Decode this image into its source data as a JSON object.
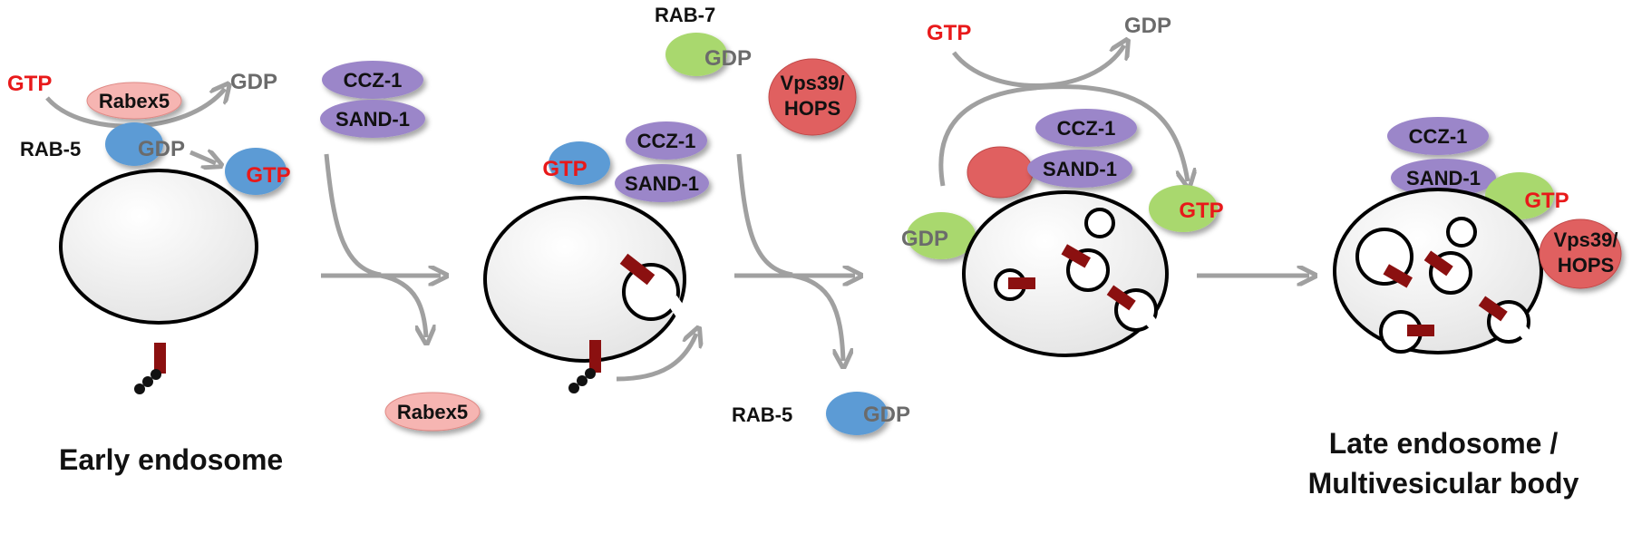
{
  "labels": {
    "early_endosome": "Early endosome",
    "late_endosome_l1": "Late endosome /",
    "late_endosome_l2": "Multivesicular body"
  },
  "stage1": {
    "gtp_in": "GTP",
    "gef": "Rabex5",
    "gdp_out": "GDP",
    "rab5_label": "RAB-5",
    "rab5_state": "GDP",
    "rab5_active": "GTP"
  },
  "transition1": {
    "ccz1": "CCZ-1",
    "sand1": "SAND-1",
    "released": "Rabex5"
  },
  "stage2": {
    "rab5_active": "GTP",
    "ccz1": "CCZ-1",
    "sand1": "SAND-1"
  },
  "transition2": {
    "rab7_label": "RAB-7",
    "rab7_state": "GDP",
    "vps39_l1": "Vps39/",
    "vps39_l2": "HOPS",
    "rab5_label": "RAB-5",
    "rab5_state": "GDP"
  },
  "stage3": {
    "gtp_in": "GTP",
    "gdp_out": "GDP",
    "ccz1": "CCZ-1",
    "sand1": "SAND-1",
    "rab7_inactive": "GDP",
    "rab7_active": "GTP"
  },
  "stage4": {
    "ccz1": "CCZ-1",
    "sand1": "SAND-1",
    "rab7_active": "GTP",
    "vps39_l1": "Vps39/",
    "vps39_l2": "HOPS"
  },
  "colors": {
    "gtp_text": "#e8191a",
    "gdp_text": "#6b6b6b",
    "rab5": "#5b9bd5",
    "rab7": "#a9d86e",
    "ccz1_sand1": "#9b86c9",
    "rabex5": "#f6b5b2",
    "vps39_hops": "#e06060",
    "cargo": "#8b1010",
    "arrow": "#a0a0a0"
  }
}
